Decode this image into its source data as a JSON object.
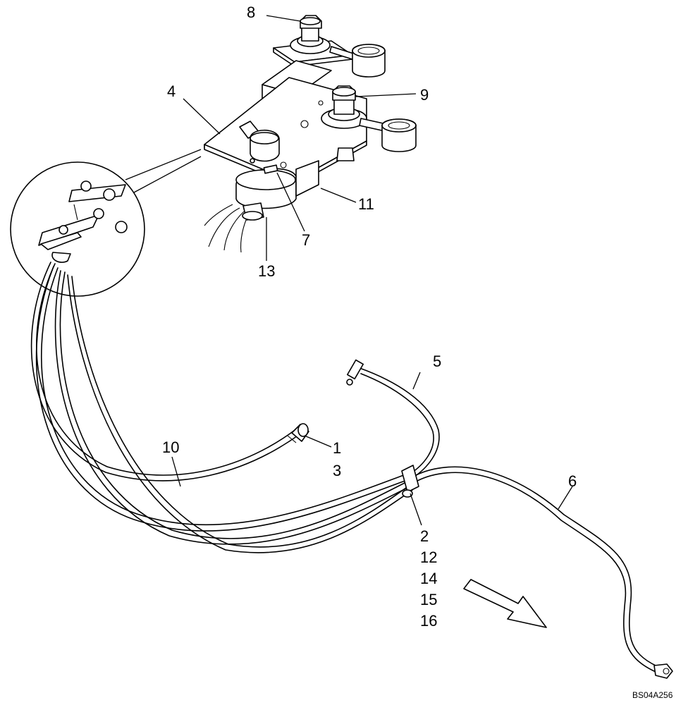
{
  "callouts": {
    "c1": "1",
    "c2": "2",
    "c3": "3",
    "c4": "4",
    "c5": "5",
    "c6": "6",
    "c7": "7",
    "c8": "8",
    "c9": "9",
    "c10": "10",
    "c11": "11",
    "c12": "12",
    "c13": "13",
    "c14": "14",
    "c15": "15",
    "c16": "16"
  },
  "drawing_code": "BS04A256"
}
